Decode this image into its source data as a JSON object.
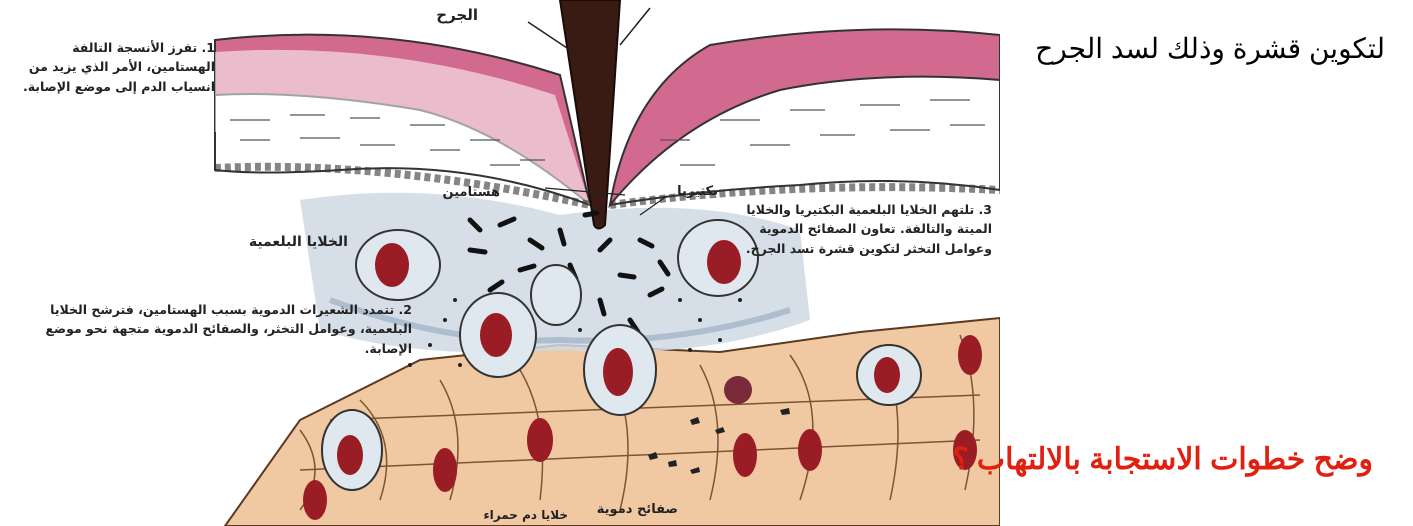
{
  "diagram": {
    "labels": {
      "wound": "الجرح",
      "histamine": "هستامين",
      "bacteria": "بكتيريا",
      "phagocytes": "الخلايا البلعمية",
      "platelets": "صفائح دموية",
      "red_cells": "خلايا دم حمراء"
    },
    "steps": {
      "step1": "1. تفرز الأنسجة التالفة الهستامين، الأمر الذي يزيد من انسياب الدم إلى موضع الإصابة.",
      "step2": "2. تتمدد الشعيرات الدموية بسبب الهستامين، فترشح الخلايا البلعمية، وعوامل التخثر، والصفائح الدموية متجهة نحو موضع الإصابة.",
      "step3": "3. تلتهم الخلايا البلعمية البكتيريا والخلايا الميتة والتالفة. تعاون الصفائح الدموية وعوامل التخثر لتكوين قشرة تسد الجرح."
    }
  },
  "captions": {
    "scab_text": "لتكوين قشرة وذلك لسد الجرح",
    "question": "وضح خطوات الاستجابة بالالتهاب ؟"
  },
  "colors": {
    "question": "#e02010",
    "caption": "#000000",
    "skin_pink": "#d26a8f",
    "tissue": "#f0c8a2",
    "red_cell": "#9a1c25"
  }
}
